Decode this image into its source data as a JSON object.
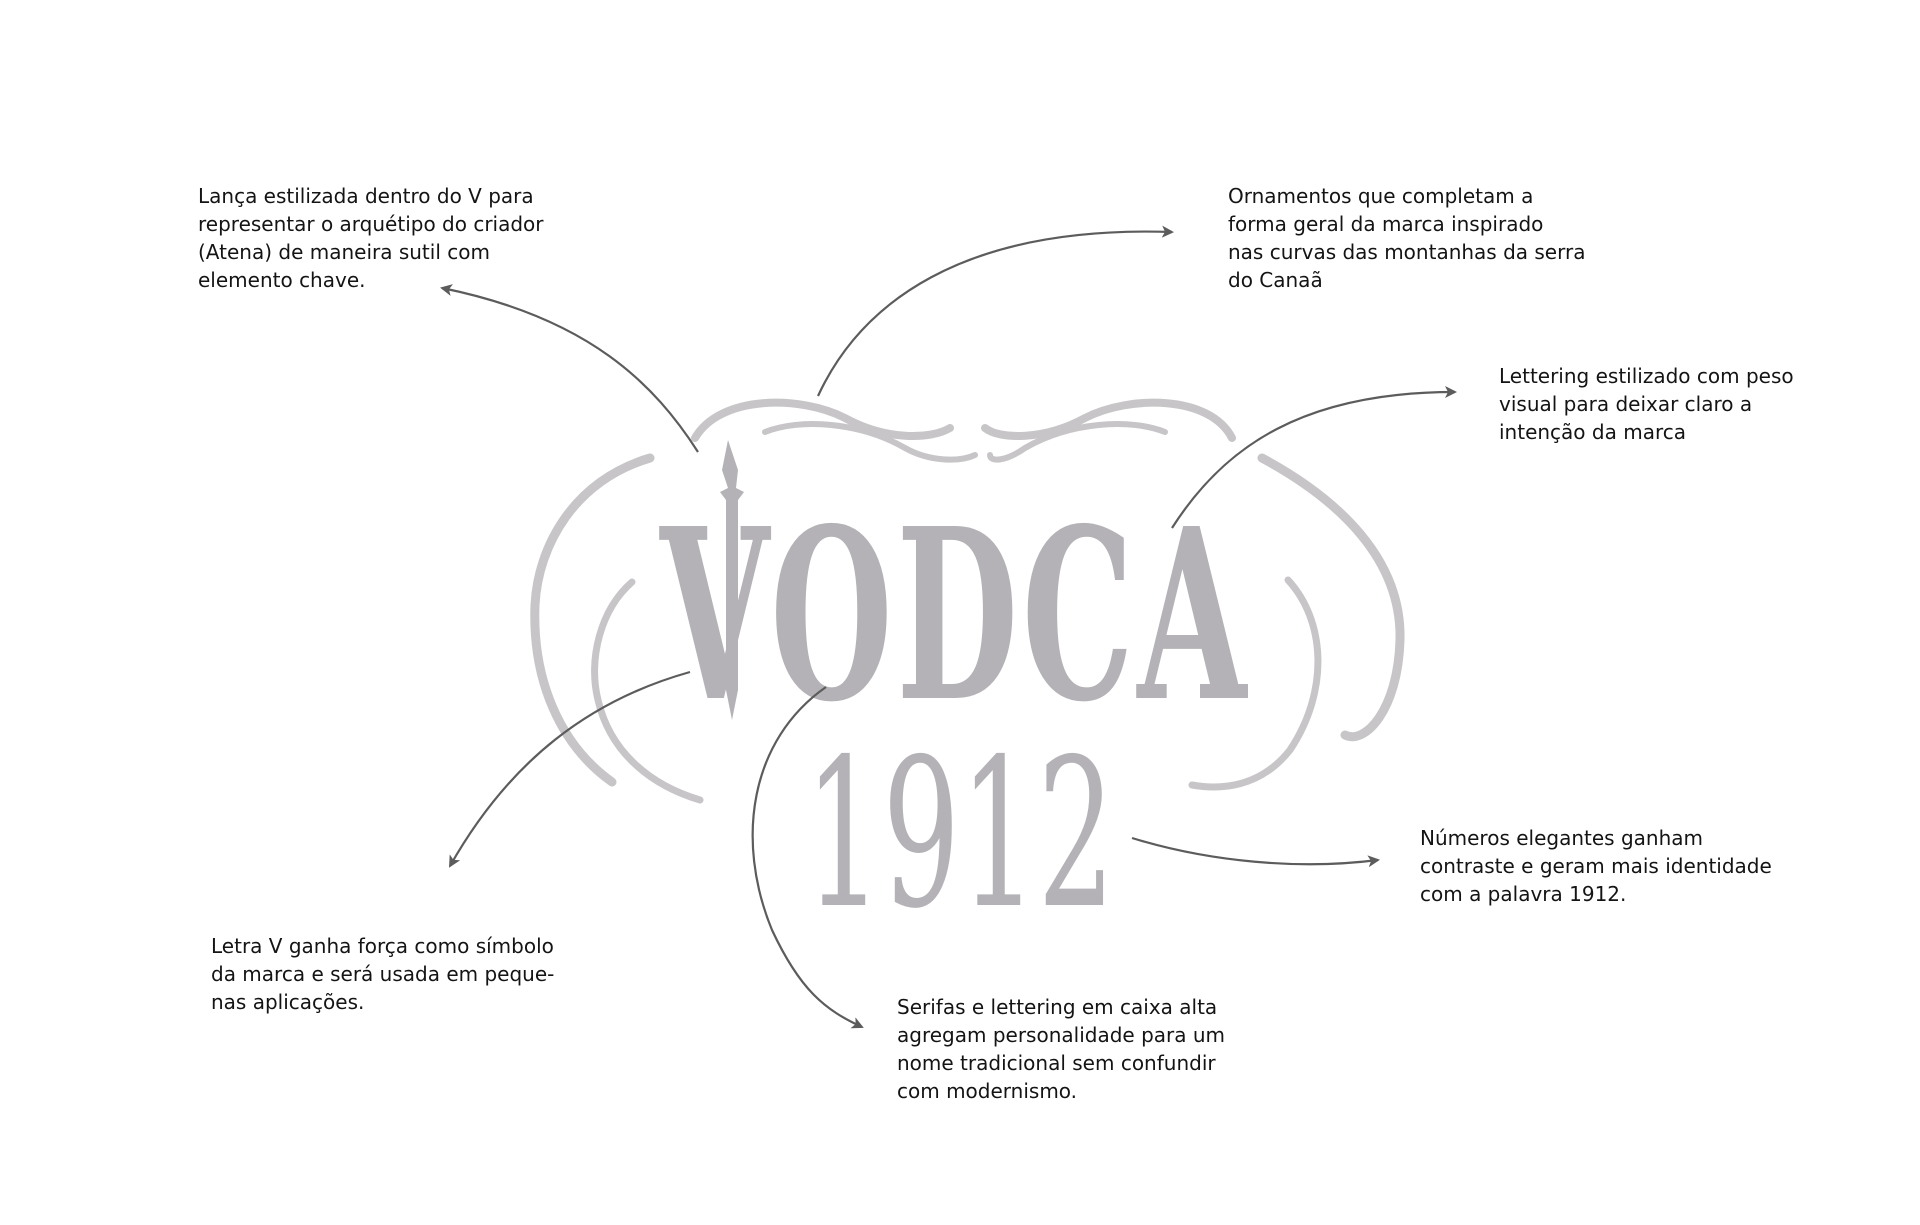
{
  "logo": {
    "word": "VODCA",
    "year": "1912"
  },
  "annotations": [
    {
      "id": "spear",
      "lines": [
        "Lança estilizada dentro do V para",
        "representar o arquétipo do criador",
        "(Atena) de maneira sutil com",
        "elemento chave."
      ]
    },
    {
      "id": "ornaments",
      "lines": [
        "Ornamentos que completam a",
        "forma geral da marca inspirado",
        "nas curvas das montanhas da serra",
        "do Canaã"
      ]
    },
    {
      "id": "lettering",
      "lines": [
        "Lettering estilizado com peso",
        "visual para deixar claro a",
        "intenção da marca"
      ]
    },
    {
      "id": "numbers",
      "lines": [
        "Números elegantes ganham",
        "contraste e geram mais identidade",
        "com a palavra 1912."
      ]
    },
    {
      "id": "serifs",
      "lines": [
        "Serifas e lettering em caixa alta",
        "agregam personalidade para um",
        "nome tradicional sem confundir",
        "com modernismo."
      ]
    },
    {
      "id": "letter-v",
      "lines": [
        "Letra V ganha força como símbolo",
        "da marca e será usada em peque-",
        "nas aplicações."
      ]
    }
  ],
  "colors": {
    "logo": "#b4b2b6",
    "ornament": "#c7c5c8",
    "arrow": "#5c5c5c",
    "text": "#141414"
  }
}
